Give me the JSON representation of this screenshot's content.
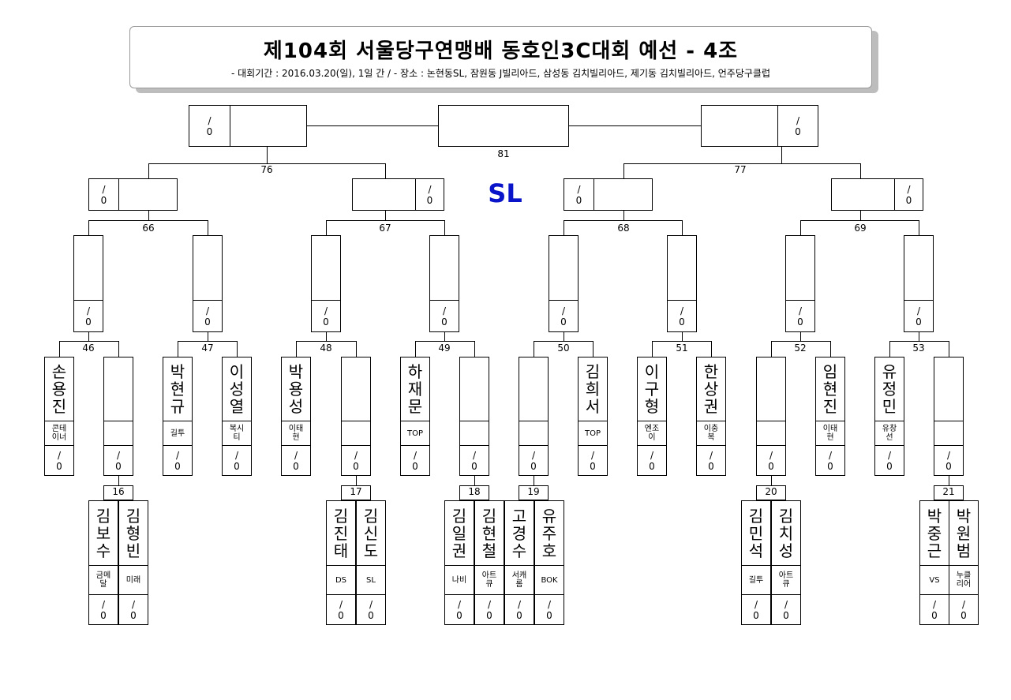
{
  "header": {
    "title": "제104회 서울당구연맹배 동호인3C대회 예선 - 4조",
    "subtitle": "- 대회기간 : 2016.03.20(일), 1일 간 / - 장소 : 논현동SL, 잠원동 J빌리아드, 삼성동 김치빌리아드, 제기동 김치빌리아드, 언주당구클럽"
  },
  "venue": "SL",
  "score": "/\n0",
  "matches": {
    "m81": "81",
    "m76": "76",
    "m77": "77",
    "m66": "66",
    "m67": "67",
    "m68": "68",
    "m69": "69",
    "m46": "46",
    "m47": "47",
    "m48": "48",
    "m49": "49",
    "m50": "50",
    "m51": "51",
    "m52": "52",
    "m53": "53",
    "m16": "16",
    "m17": "17",
    "m18": "18",
    "m19": "19",
    "m20": "20",
    "m21": "21"
  },
  "players": [
    {
      "name": "손\n용\n진",
      "club": "콘테\n이너"
    },
    {
      "name": "",
      "club": ""
    },
    {
      "name": "박\n현\n규",
      "club": "길투"
    },
    {
      "name": "이\n성\n열",
      "club": "복시\n티"
    },
    {
      "name": "박\n용\n성",
      "club": "이태\n현"
    },
    {
      "name": "",
      "club": ""
    },
    {
      "name": "하\n재\n문",
      "club": "TOP"
    },
    {
      "name": "",
      "club": ""
    },
    {
      "name": "",
      "club": ""
    },
    {
      "name": "김\n희\n서",
      "club": "TOP"
    },
    {
      "name": "이\n구\n형",
      "club": "엔조\n이"
    },
    {
      "name": "한\n상\n권",
      "club": "이충\n복"
    },
    {
      "name": "",
      "club": ""
    },
    {
      "name": "임\n현\n진",
      "club": "이태\n현"
    },
    {
      "name": "유\n정\n민",
      "club": "유창\n선"
    },
    {
      "name": "",
      "club": ""
    }
  ],
  "prelim": [
    {
      "name": "김\n보\n수",
      "club": "금메\n달"
    },
    {
      "name": "김\n형\n빈",
      "club": "미래"
    },
    {
      "name": "김\n진\n태",
      "club": "DS"
    },
    {
      "name": "김\n신\n도",
      "club": "SL"
    },
    {
      "name": "김\n일\n권",
      "club": "나비"
    },
    {
      "name": "김\n현\n철",
      "club": "아트\n큐"
    },
    {
      "name": "고\n경\n수",
      "club": "서캐\n롬"
    },
    {
      "name": "유\n주\n호",
      "club": "BOK"
    },
    {
      "name": "김\n민\n석",
      "club": "길투"
    },
    {
      "name": "김\n치\n성",
      "club": "아트\n큐"
    },
    {
      "name": "박\n중\n근",
      "club": "VS"
    },
    {
      "name": "박\n원\n범",
      "club": "누클\n리어"
    }
  ]
}
